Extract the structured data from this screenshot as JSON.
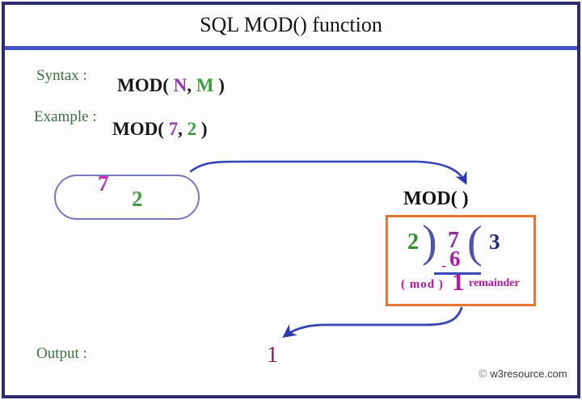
{
  "title": "SQL MOD() function",
  "sections": {
    "syntax_label": "Syntax :",
    "example_label": "Example :",
    "output_label": "Output :"
  },
  "syntax_expr": {
    "prefix": "MOD( ",
    "arg_n": "N",
    "comma": ", ",
    "arg_m": "M",
    "suffix": " )"
  },
  "example_expr": {
    "prefix": "MOD( ",
    "arg_n": "7",
    "comma": ", ",
    "arg_m": "2",
    "suffix": " )"
  },
  "pill": {
    "value_n": "7",
    "value_m": "2"
  },
  "mod_call": "MOD( )",
  "division": {
    "divisor": "2",
    "open_paren": ")",
    "dividend": "7",
    "close_paren": "(",
    "quotient": "3",
    "minus_sign": "-",
    "subtracted": "6",
    "mod_label": "( mod )",
    "remainder_value": "1",
    "remainder_label": "remainder"
  },
  "output_value": "1",
  "watermark": {
    "symbol": "©",
    "text": "w3resource.com"
  },
  "colors": {
    "frame_border": "#2b2b6e",
    "title_divider": "#4254c5",
    "label_green": "#3d6e3d",
    "arg_purple": "#9a35b5",
    "arg_green": "#3f9e3f",
    "pill_border": "#7777bb",
    "pill_n_magenta": "#cc2ac2",
    "arrow_blue": "#3644b4",
    "orange_box_border": "#e8742f",
    "paren_blue": "#5353ab",
    "quotient_navy": "#28287e",
    "mod_magenta": "#b517a8",
    "output_maroon": "#73275a"
  }
}
